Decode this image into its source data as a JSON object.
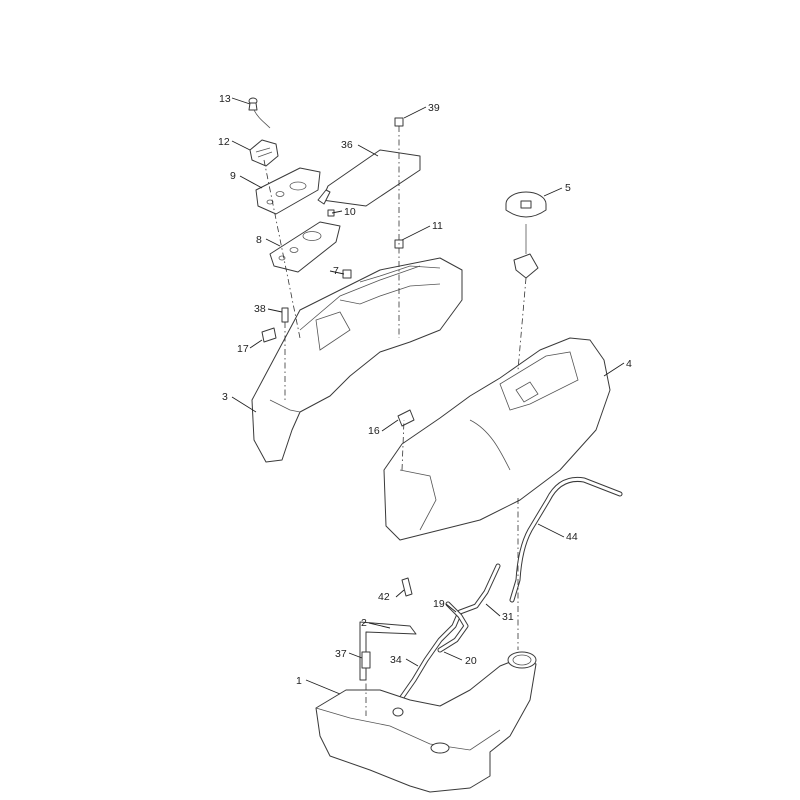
{
  "diagram": {
    "callouts": [
      {
        "id": "c13",
        "label": "13"
      },
      {
        "id": "c12",
        "label": "12"
      },
      {
        "id": "c9",
        "label": "9"
      },
      {
        "id": "c8",
        "label": "8"
      },
      {
        "id": "c10",
        "label": "10"
      },
      {
        "id": "c39",
        "label": "39"
      },
      {
        "id": "c36",
        "label": "36"
      },
      {
        "id": "c11",
        "label": "11"
      },
      {
        "id": "c7",
        "label": "7"
      },
      {
        "id": "c38",
        "label": "38"
      },
      {
        "id": "c17",
        "label": "17"
      },
      {
        "id": "c3",
        "label": "3"
      },
      {
        "id": "c5",
        "label": "5"
      },
      {
        "id": "c4",
        "label": "4"
      },
      {
        "id": "c16",
        "label": "16"
      },
      {
        "id": "c44",
        "label": "44"
      },
      {
        "id": "c42",
        "label": "42"
      },
      {
        "id": "c2",
        "label": "2"
      },
      {
        "id": "c19",
        "label": "19"
      },
      {
        "id": "c31",
        "label": "31"
      },
      {
        "id": "c37",
        "label": "37"
      },
      {
        "id": "c34",
        "label": "34"
      },
      {
        "id": "c20",
        "label": "20"
      },
      {
        "id": "c1",
        "label": "1"
      }
    ]
  }
}
